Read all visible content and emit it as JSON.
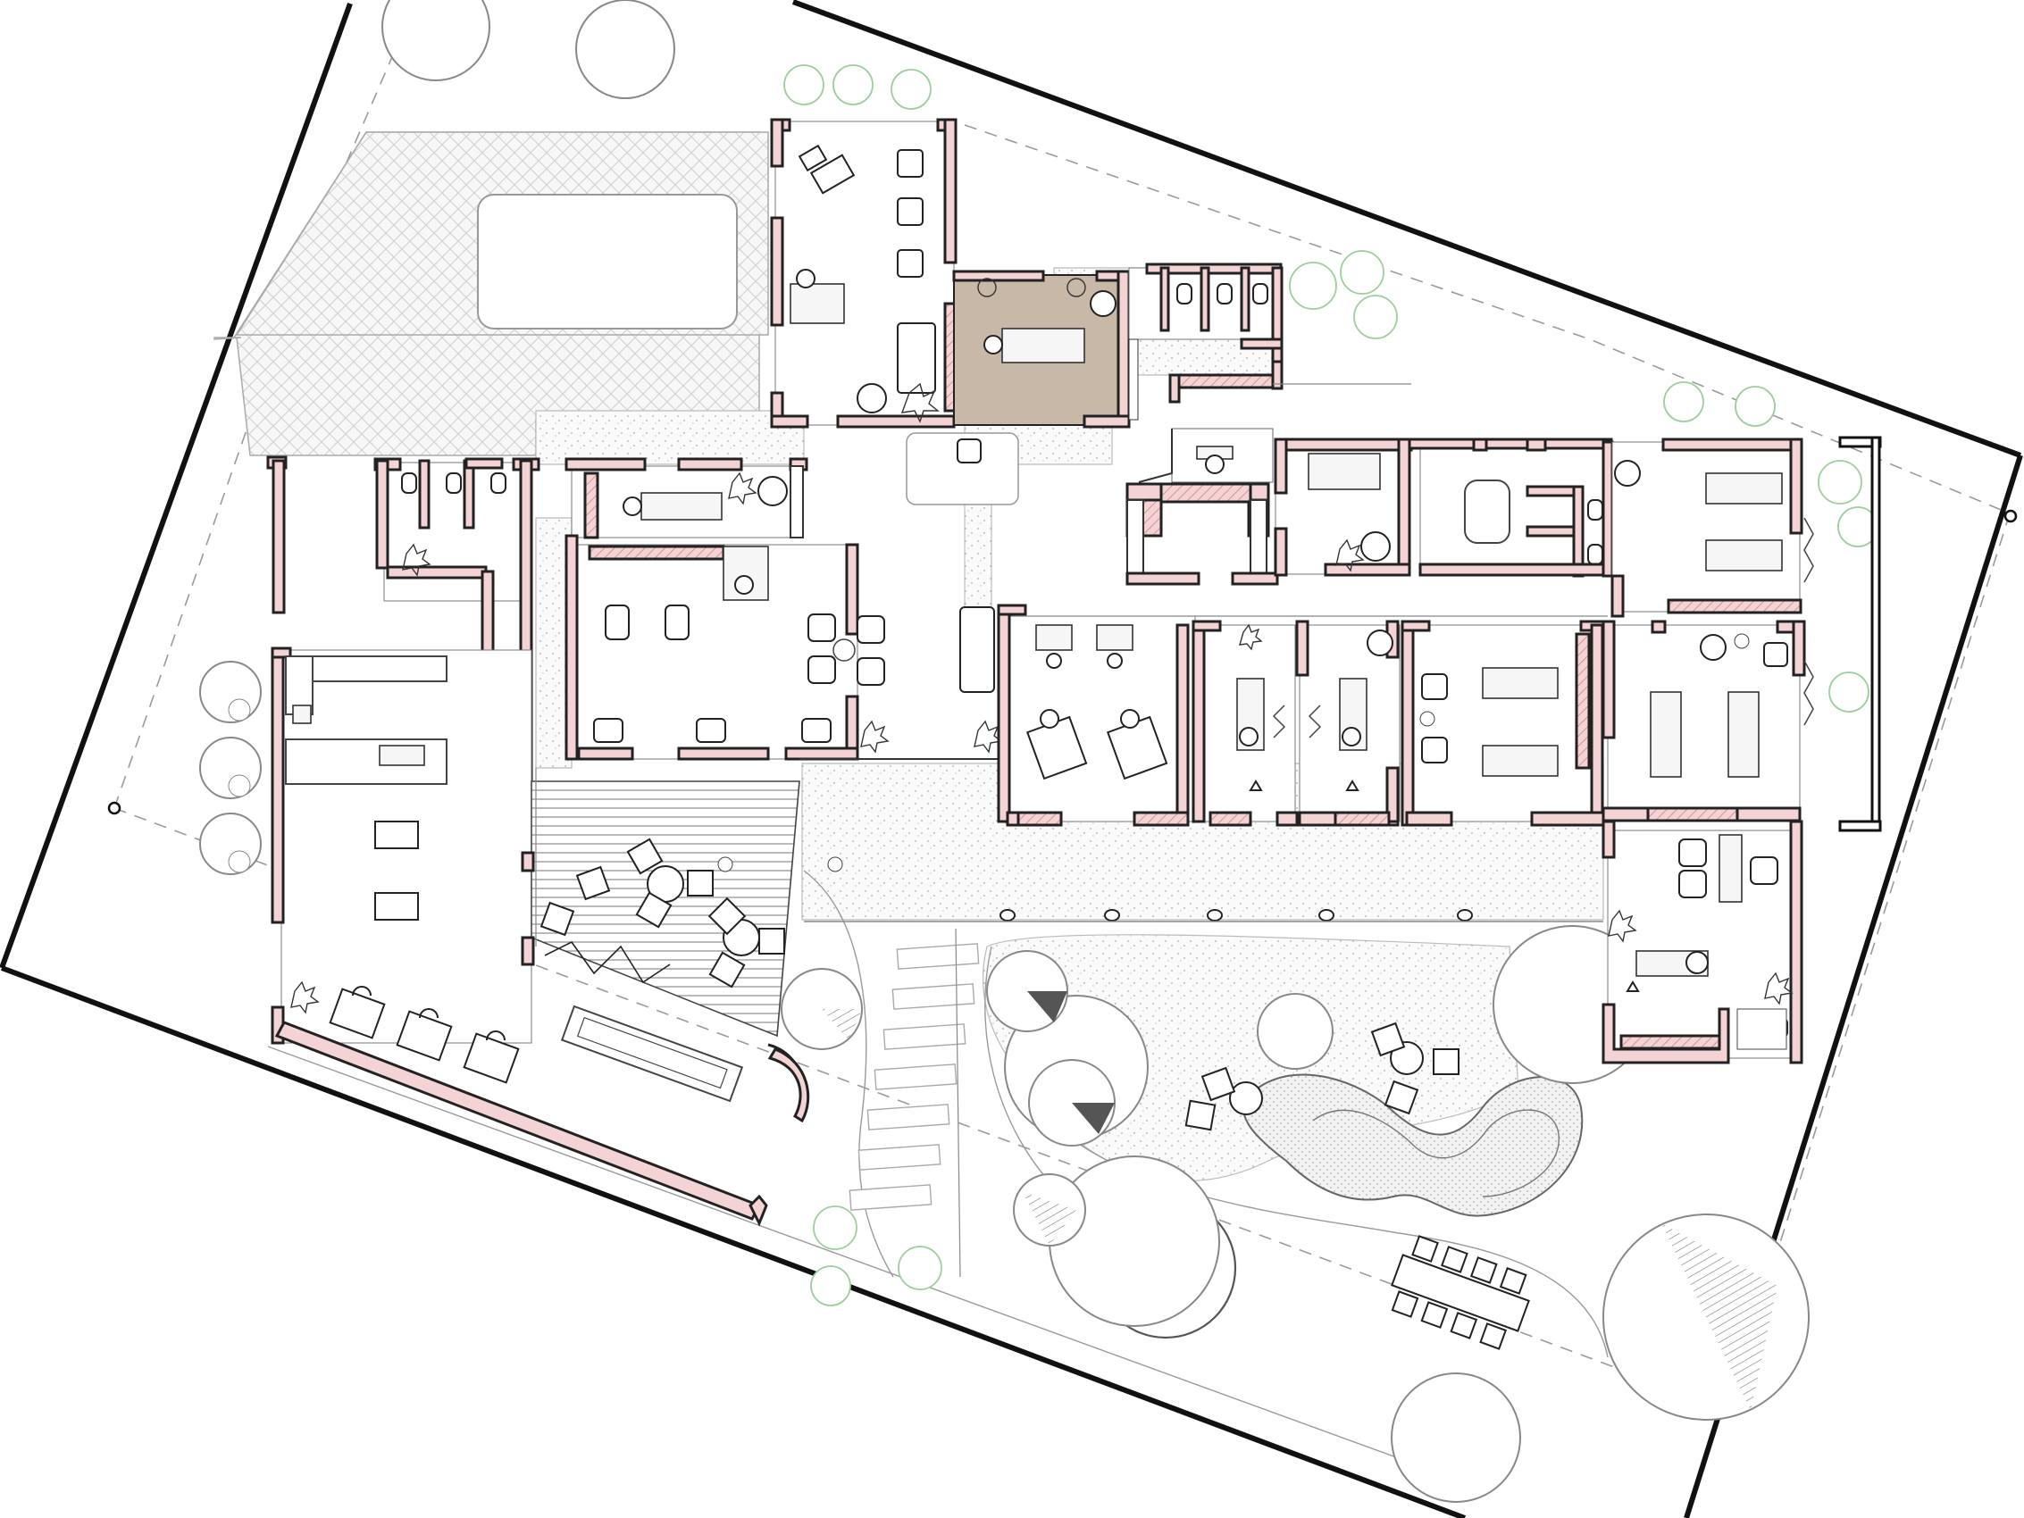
{
  "drawing": {
    "type": "architectural-floor-plan",
    "labels": [],
    "colors": {
      "wall_fill": "#f3d3d3",
      "wall_outline": "#222222",
      "highlight_room": "#c8b8a8",
      "landscape_green": "#9ccf9c",
      "line_gray": "#9a9a9a"
    },
    "rooms": [
      {
        "id": "office-north",
        "kind": "office"
      },
      {
        "id": "treatment-room-highlighted",
        "kind": "treatment-room"
      },
      {
        "id": "wc-block-north",
        "kind": "restroom"
      },
      {
        "id": "reception",
        "kind": "reception"
      },
      {
        "id": "consult-east-1",
        "kind": "consultation"
      },
      {
        "id": "changing-rooms",
        "kind": "changing-room"
      },
      {
        "id": "treatment-east-1",
        "kind": "treatment-room"
      },
      {
        "id": "wc-block-west",
        "kind": "restroom"
      },
      {
        "id": "massage-room-west",
        "kind": "treatment-room"
      },
      {
        "id": "salon",
        "kind": "salon"
      },
      {
        "id": "lobby-waiting",
        "kind": "lounge"
      },
      {
        "id": "dental-room",
        "kind": "clinic-room"
      },
      {
        "id": "cabin-a",
        "kind": "treatment-cabin"
      },
      {
        "id": "cabin-b",
        "kind": "treatment-cabin"
      },
      {
        "id": "treatment-east-2",
        "kind": "treatment-room"
      },
      {
        "id": "treatment-east-3",
        "kind": "treatment-room"
      },
      {
        "id": "cafe-kitchen",
        "kind": "cafe"
      },
      {
        "id": "deck-terrace",
        "kind": "terrace"
      },
      {
        "id": "pedicure-room",
        "kind": "treatment-room"
      },
      {
        "id": "garden",
        "kind": "garden"
      },
      {
        "id": "pond",
        "kind": "water-feature"
      },
      {
        "id": "parking-court",
        "kind": "paved-court"
      }
    ],
    "icons": [
      "tree-icon",
      "plant-icon",
      "armchair-icon",
      "bed-icon",
      "toilet-icon",
      "sofa-icon",
      "table-icon",
      "chair-icon",
      "sink-icon"
    ]
  }
}
